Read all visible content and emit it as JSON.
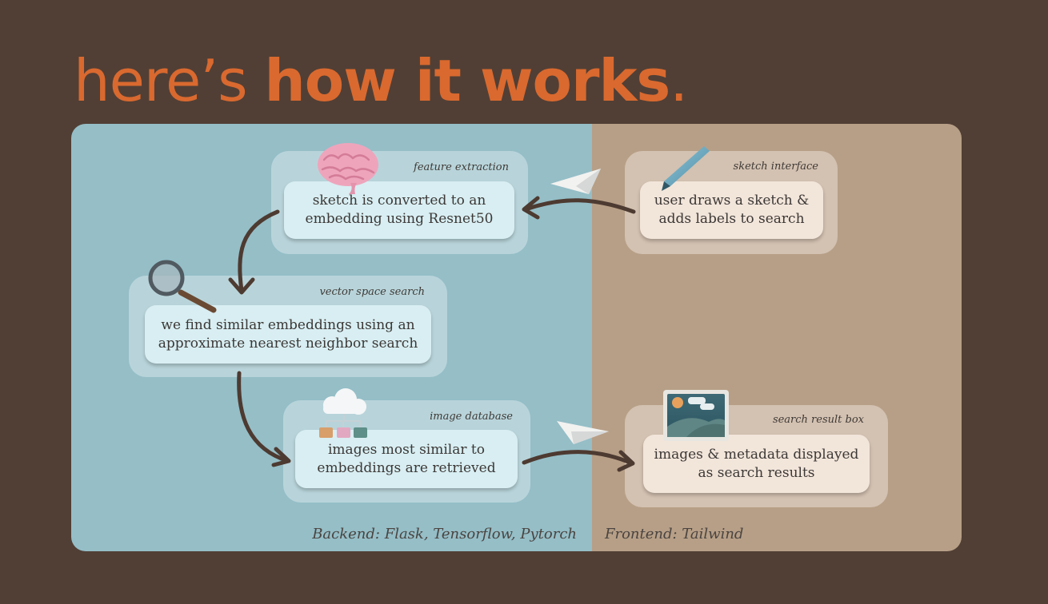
{
  "title": {
    "light": "here’s ",
    "bold": "how it works",
    "dot": "."
  },
  "steps": {
    "sketch_interface": {
      "caption": "sketch interface",
      "text": "user draws a sketch &\nadds labels to search"
    },
    "feature_extraction": {
      "caption": "feature extraction",
      "text": "sketch is converted to an\nembedding using Resnet50"
    },
    "vector_space_search": {
      "caption": "vector space search",
      "text": "we find similar embeddings using an\napproximate nearest neighbor search"
    },
    "image_database": {
      "caption": "image database",
      "text": "images most similar to\nembeddings are retrieved"
    },
    "search_result_box": {
      "caption": "search result box",
      "text": "images & metadata displayed\nas search results"
    }
  },
  "footer": {
    "backend": "Backend: Flask, Tensorflow, Pytorch",
    "frontend": "Frontend: Tailwind"
  },
  "icons": [
    "brain-icon",
    "pencil-icon",
    "magnifier-icon",
    "cloud-database-icon",
    "landscape-photo-icon",
    "paper-plane-icon"
  ],
  "colors": {
    "background": "#513f35",
    "title": "#d9692f",
    "backend": "#95bec7",
    "frontend": "#b79f87",
    "arrow": "#4d3a31"
  }
}
